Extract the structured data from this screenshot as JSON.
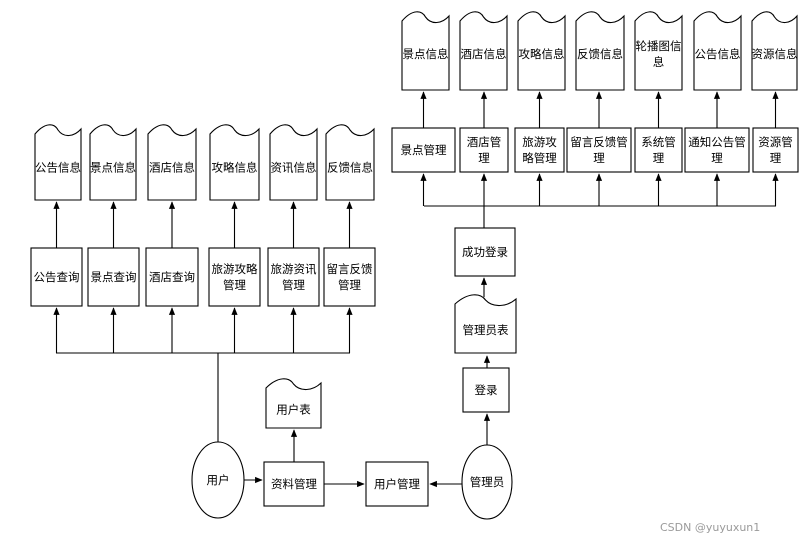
{
  "actors": {
    "user": "用户",
    "admin": "管理员"
  },
  "user_side": {
    "stores": [
      {
        "label": "公告信息"
      },
      {
        "label": "景点信息"
      },
      {
        "label": "酒店信息"
      },
      {
        "label": "攻略信息"
      },
      {
        "label": "资讯信息"
      },
      {
        "label": "反馈信息"
      }
    ],
    "functions": [
      {
        "lines": [
          "公告查询"
        ]
      },
      {
        "lines": [
          "景点查询"
        ]
      },
      {
        "lines": [
          "酒店查询"
        ]
      },
      {
        "lines": [
          "旅游攻略",
          "管理"
        ]
      },
      {
        "lines": [
          "旅游资讯",
          "管理"
        ]
      },
      {
        "lines": [
          "留言反馈",
          "管理"
        ]
      }
    ]
  },
  "admin_side": {
    "stores": [
      {
        "lines": [
          "景点信息"
        ]
      },
      {
        "lines": [
          "酒店信息"
        ]
      },
      {
        "lines": [
          "攻略信息"
        ]
      },
      {
        "lines": [
          "反馈信息"
        ]
      },
      {
        "lines": [
          "轮播图信",
          "息"
        ]
      },
      {
        "lines": [
          "公告信息"
        ]
      },
      {
        "lines": [
          "资源信息"
        ]
      }
    ],
    "functions": [
      {
        "lines": [
          "景点管理"
        ]
      },
      {
        "lines": [
          "酒店管",
          "理"
        ]
      },
      {
        "lines": [
          "旅游攻",
          "略管理"
        ]
      },
      {
        "lines": [
          "留言反馈管",
          "理"
        ]
      },
      {
        "lines": [
          "系统管",
          "理"
        ]
      },
      {
        "lines": [
          "通知公告管",
          "理"
        ]
      },
      {
        "lines": [
          "资源管",
          "理"
        ]
      }
    ],
    "login_success": "成功登录",
    "admin_table": "管理员表",
    "login": "登录"
  },
  "bottom": {
    "user_table": "用户表",
    "profile_mgmt": "资料管理",
    "user_mgmt": "用户管理"
  },
  "watermark": "CSDN @yuyuxun1"
}
